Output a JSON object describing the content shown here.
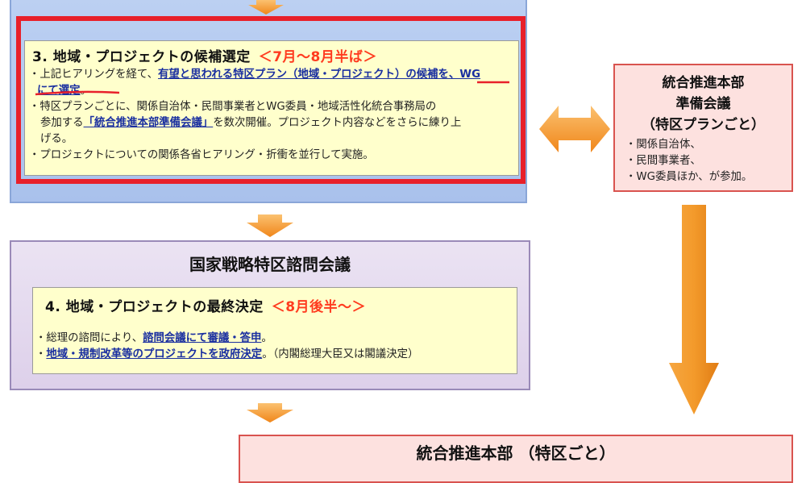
{
  "panel_top": {
    "step3": {
      "heading": "3. 地域・プロジェクトの候補選定",
      "period": "＜7月～8月半ば＞",
      "line1_prefix": "・上記ヒアリングを経て、",
      "line1_link": "有望と思われる特区プラン（地域・プロジェクト）の候補を、WG",
      "line2_link": "にて選定",
      "line2_suffix": "。",
      "line3": "・特区プランごとに、関係自治体・民間事業者とWG委員・地域活性化統合事務局の",
      "line4_prefix": "参加する",
      "line4_link": "「統合推進本部準備会議」",
      "line4_suffix": "を数次開催。プロジェクト内容などをさらに練り上",
      "line5": "げる。",
      "line6": "・プロジェクトについての関係各省ヒアリング・折衝を並行して実施。"
    }
  },
  "panel_middle": {
    "title": "国家戦略特区諮問会議",
    "step4": {
      "heading": "4. 地域・プロジェクトの最終決定",
      "period": "＜8月後半～＞",
      "line1_prefix": "・総理の諮問により、",
      "line1_link": "諮問会議にて審議・答申",
      "line1_suffix": "。",
      "line2_prefix": "・",
      "line2_link": "地域・規制改革等のプロジェクトを政府決定",
      "line2_suffix": "。（内閣総理大臣又は閣議決定）"
    }
  },
  "prep_meeting": {
    "title_line1": "統合推進本部",
    "title_line2": "準備会議",
    "title_line3": "（特区プランごと）",
    "items": [
      "・関係自治体、",
      "・民間事業者、",
      "・WG委員ほか、が参加。"
    ]
  },
  "hq": {
    "title": "統合推進本部 （特区ごと）"
  },
  "colors": {
    "arrow_orange": "#f39a2b",
    "highlight_red": "#e8202a",
    "period_red": "#ff3b1f",
    "link_blue": "#1a2fa0"
  }
}
